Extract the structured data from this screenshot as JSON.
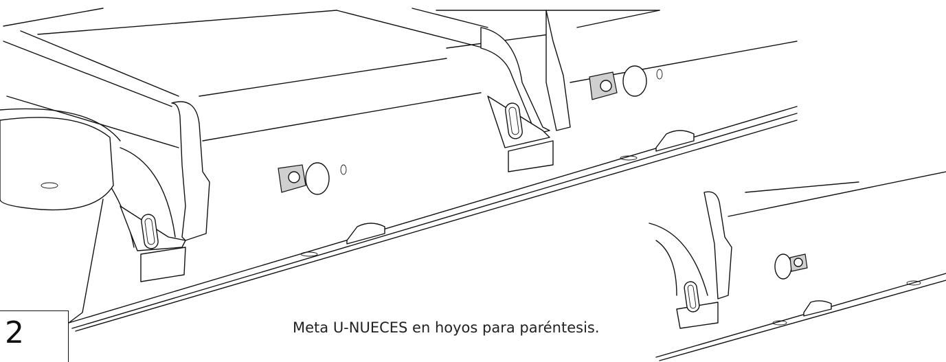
{
  "step": {
    "number": "2"
  },
  "instruction": {
    "text": "Meta U-NUECES en hoyos para paréntesis."
  },
  "illustration": {
    "subject": "bracket and rail assembly with U-nuts",
    "parts": [
      "bracket-left",
      "bracket-right",
      "u-nut-left",
      "u-nut-right",
      "rail",
      "round-foot",
      "detail-inset"
    ]
  }
}
